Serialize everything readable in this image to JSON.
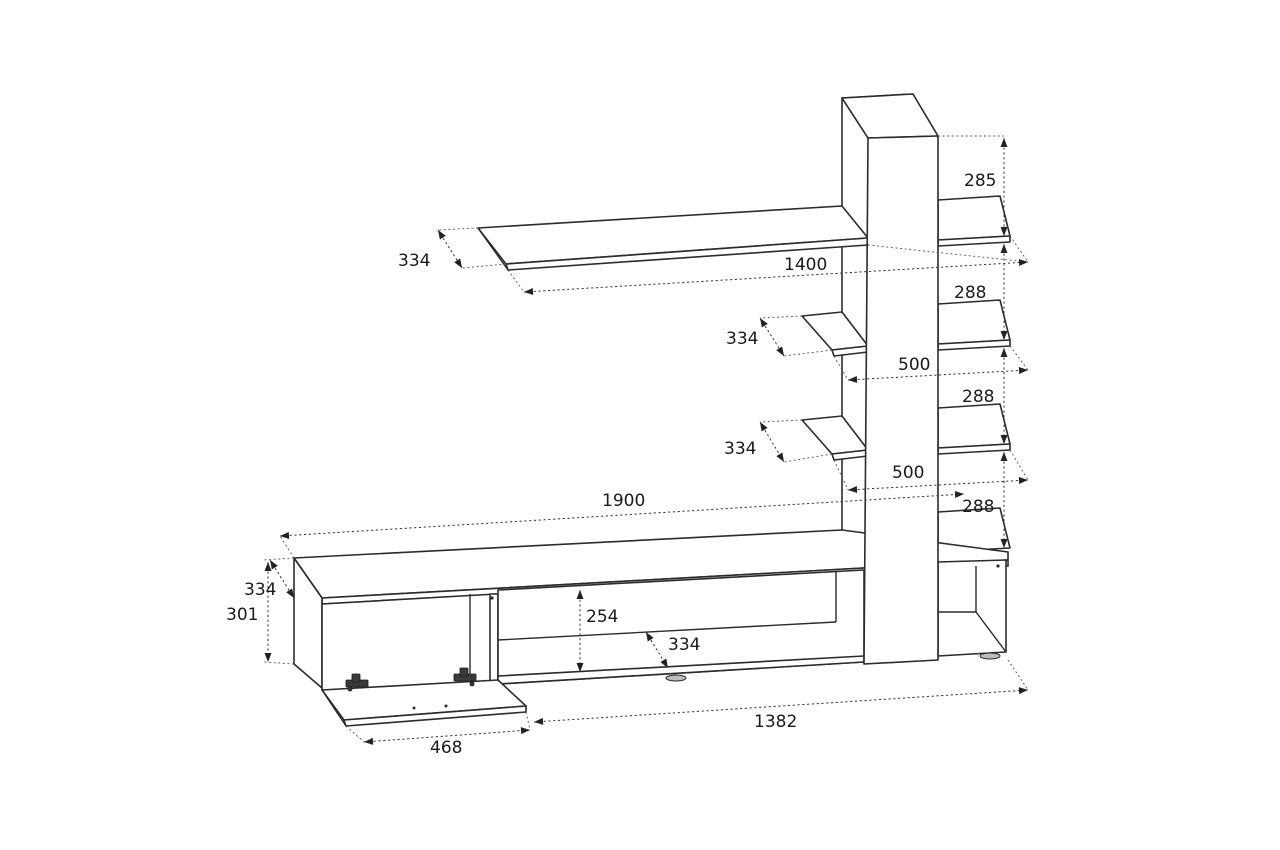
{
  "diagram": {
    "dimensions": {
      "top_shelf_depth": "334",
      "top_shelf_length": "1400",
      "tower_top_height": "285",
      "mid_shelf_height": "288",
      "mid_shelf_depth": "334",
      "mid_shelf_length": "500",
      "low_shelf_height": "288",
      "low_shelf_depth": "334",
      "low_shelf_length": "500",
      "bottom_shelf_height": "288",
      "base_length": "1900",
      "base_top_depth": "334",
      "base_height": "301",
      "inner_height": "254",
      "inner_depth": "334",
      "door_width": "468",
      "cabinet_length": "1382"
    }
  }
}
